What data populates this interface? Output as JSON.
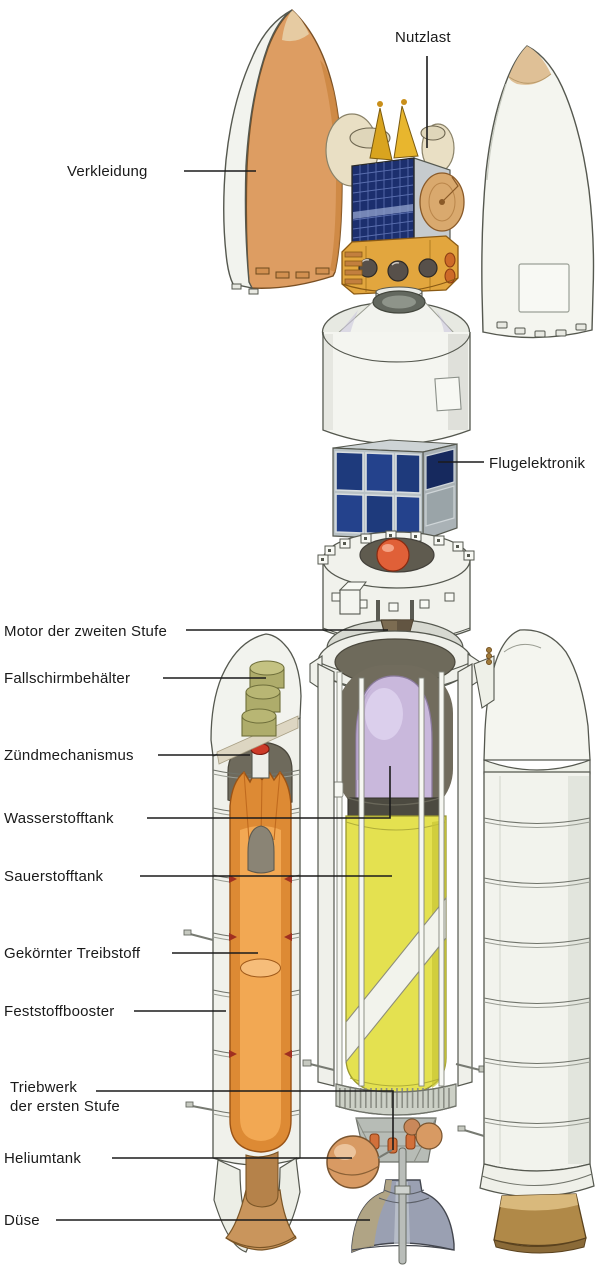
{
  "labels": {
    "nutzlast": "Nutzlast",
    "verkleidung": "Verkleidung",
    "flugelektronik": "Flugelektronik",
    "motor_der_zweiten_stufe": "Motor der zweiten Stufe",
    "fallschirmbehaelter": "Fallschirmbehälter",
    "zuendmechanismus": "Zündmechanismus",
    "wasserstofftank": "Wasserstofftank",
    "sauerstofftank": "Sauerstofftank",
    "gekoernter_treibstoff": "Gekörnter Treibstoff",
    "feststoffbooster": "Feststoffbooster",
    "triebwerk_der_ersten_stufe": "Triebwerk\nder ersten Stufe",
    "heliumtank": "Heliumtank",
    "duese": "Düse"
  },
  "colors": {
    "background": "#ffffff",
    "label_text": "#1a1a1a",
    "leader_line": "#1b1b1b",
    "fairing_interior": "#dd9d62",
    "airframe_white": "#f2f3ee",
    "nose_tip_tan": "#dfc096",
    "solar_panel_navy": "#1c2f6e",
    "satellite_base_gold": "#e2a63e",
    "antenna_dish_tan": "#d9a96e",
    "electronics_panel_blue": "#1e3a7c",
    "interstage_sphere": "#e06038",
    "hydrogen_tank_lavender": "#c9b8dc",
    "oxygen_tank_yellow": "#e4e150",
    "solid_propellant_orange": "#e8923c",
    "parachute_container_olive": "#aeac6b",
    "helium_tank_tan": "#d89a63",
    "main_nozzle_grey_blue": "#9aa0b2",
    "booster_nozzle_gold": "#b08948"
  }
}
